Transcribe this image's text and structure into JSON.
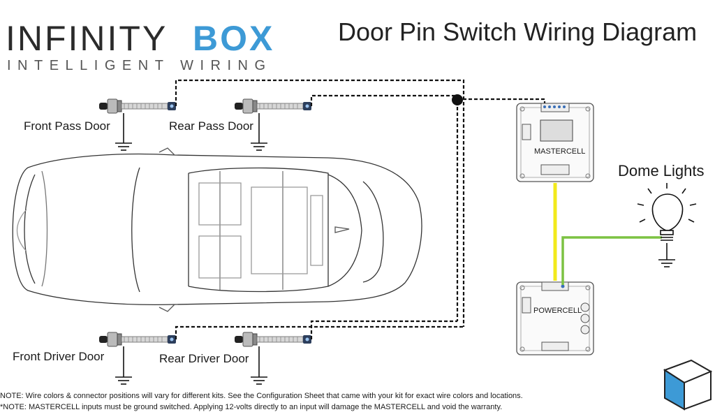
{
  "brand": {
    "name_part1": "INFINITY",
    "name_part2": "BOX",
    "tagline": "INTELLIGENT WIRING",
    "accent_color": "#3d9ad6"
  },
  "title": "Door Pin Switch Wiring Diagram",
  "switches": {
    "front_pass": "Front Pass Door",
    "rear_pass": "Rear Pass Door",
    "front_driver": "Front Driver Door",
    "rear_driver": "Rear Driver Door"
  },
  "modules": {
    "mastercell": "MASTERCELL",
    "powercell": "POWERCELL"
  },
  "load": {
    "label": "Dome Lights",
    "icon": "light-bulb-icon"
  },
  "wire_colors": {
    "yellow": "#f2ea1c",
    "green": "#7cc242",
    "dashed_signal": "#111111"
  },
  "notes": [
    "NOTE: Wire colors & connector positions will vary for different kits.  See the Configuration Sheet that came with your kit for exact wire colors and locations.",
    "*NOTE: MASTERCELL inputs must be ground switched.  Applying 12-volts directly to an input will damage the MASTERCELL and void the warranty."
  ]
}
